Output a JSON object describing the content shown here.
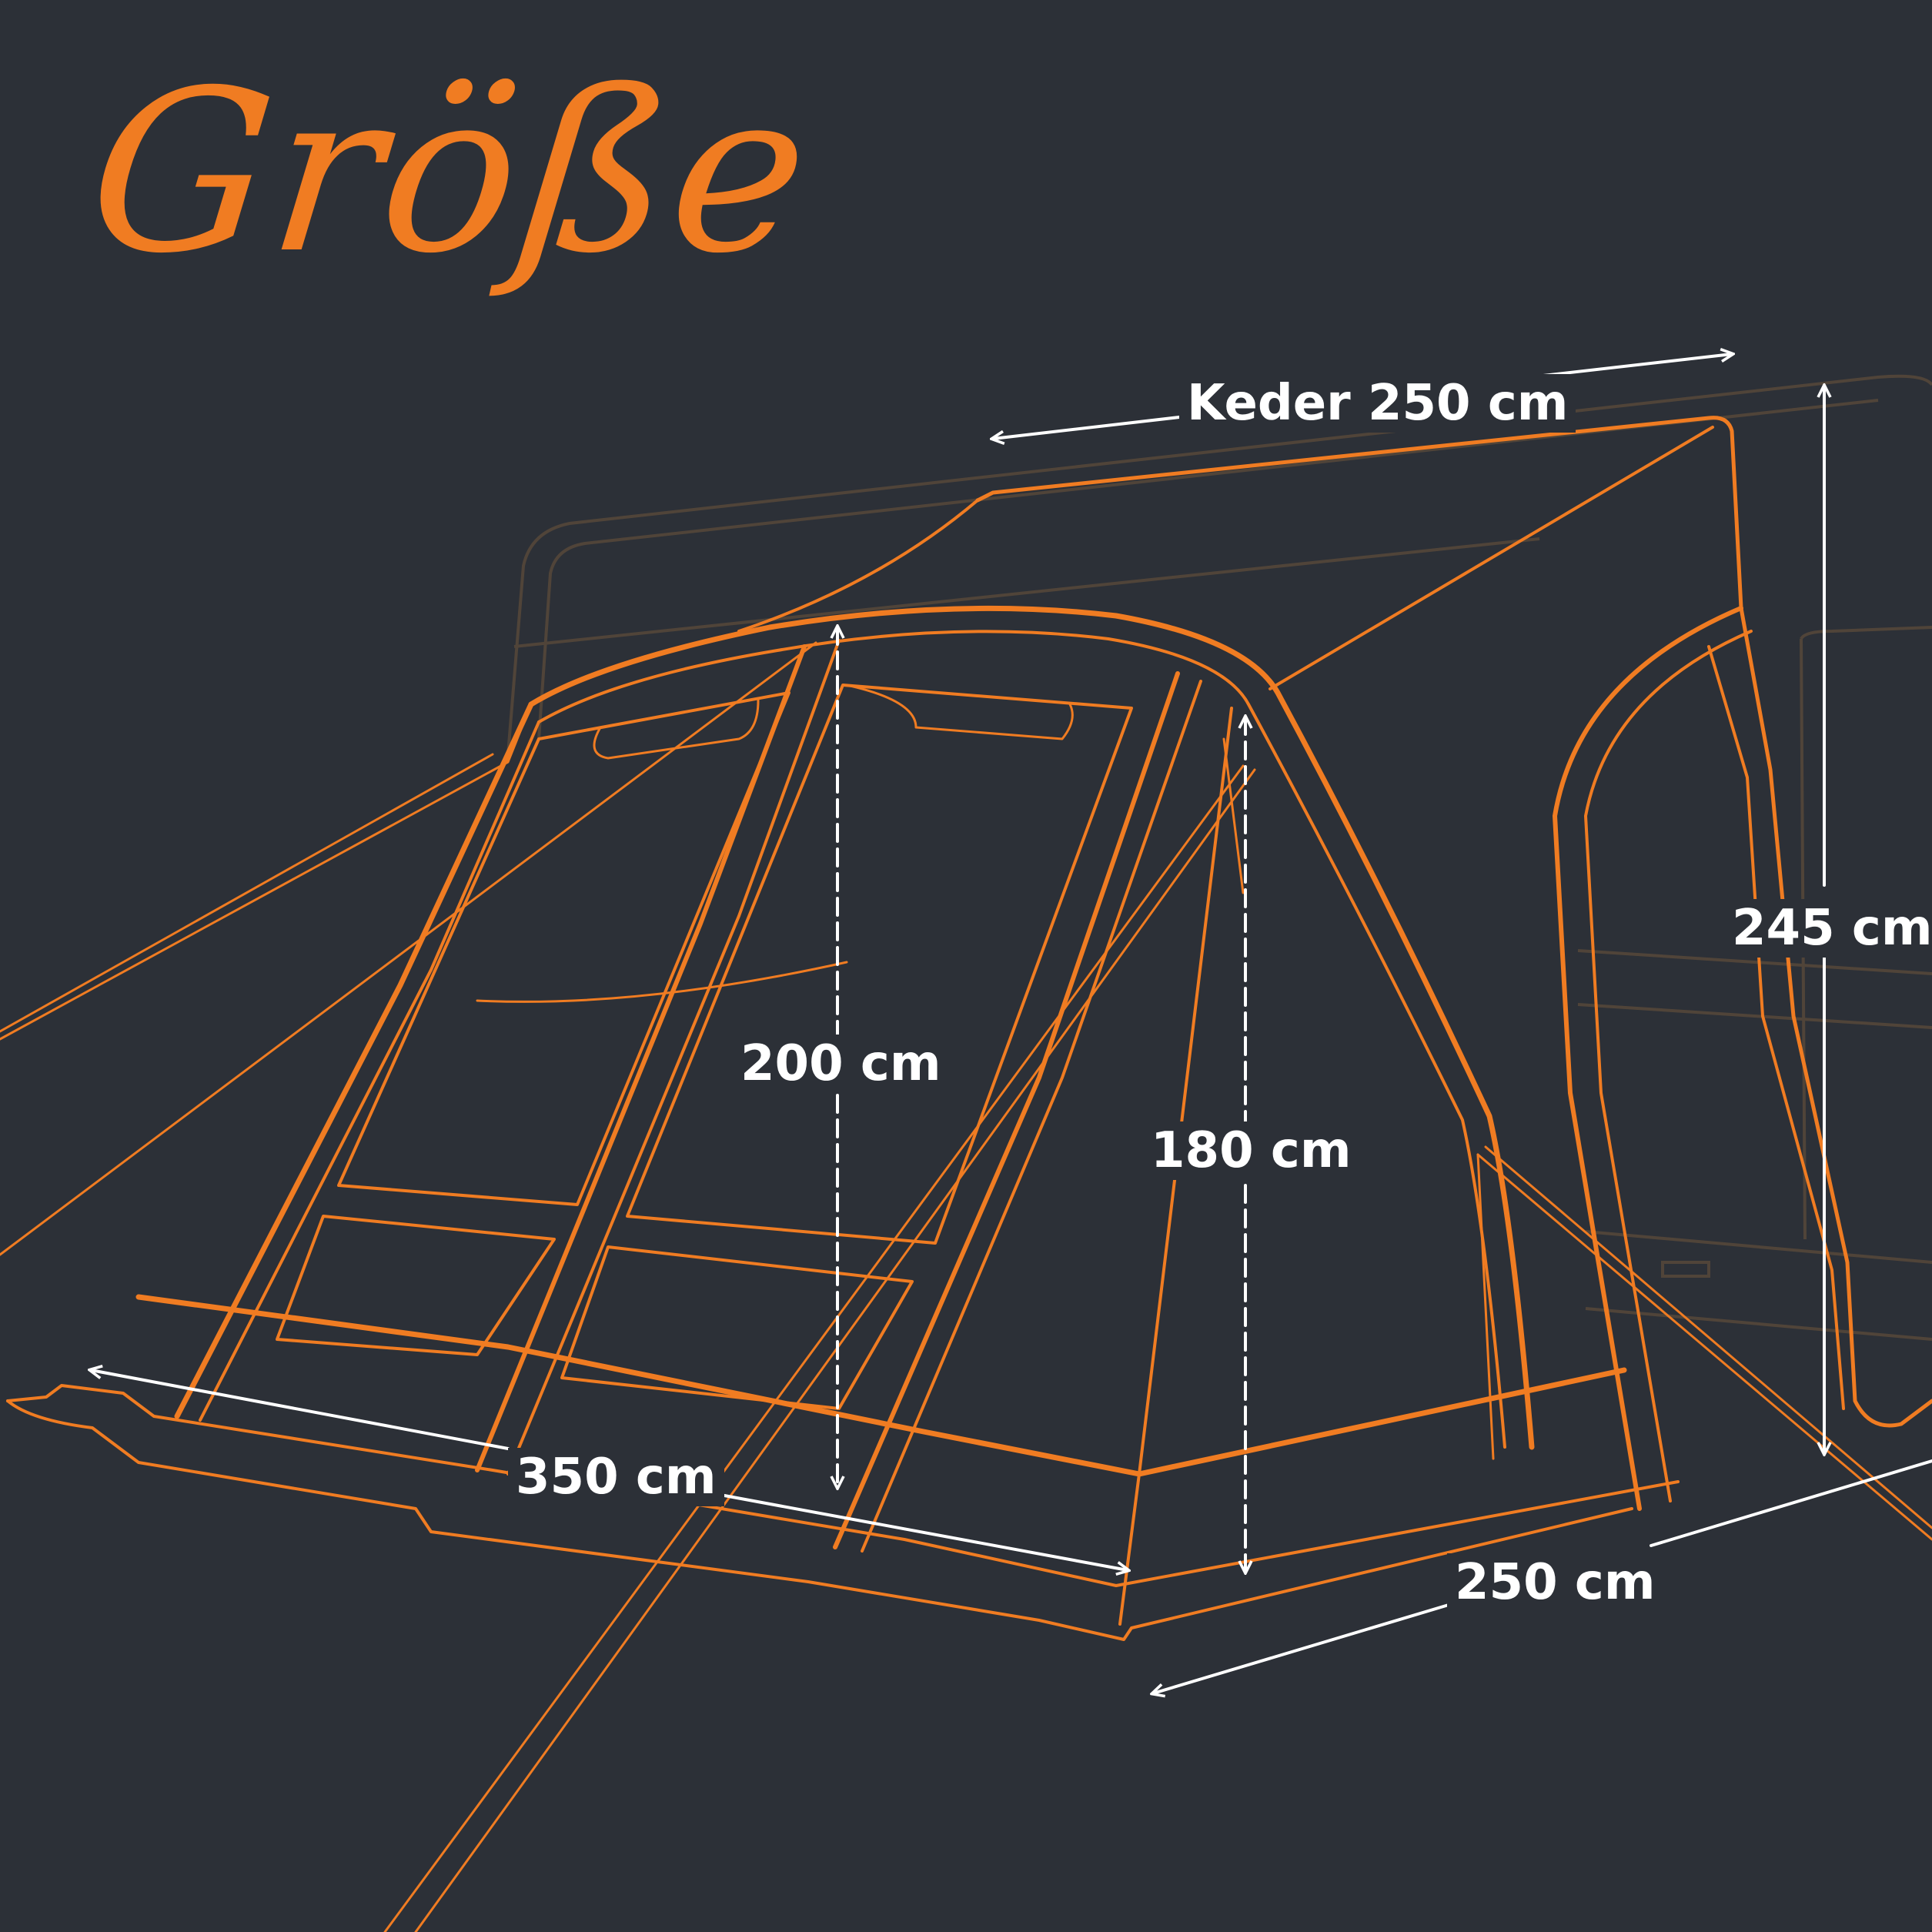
{
  "title": "Größe",
  "colors": {
    "background": "#2c3037",
    "outline": "#f07c22",
    "ghost": "#5a4a3a",
    "dimension": "#ffffff"
  },
  "dimensions": {
    "keder": "Keder 250 cm",
    "height_side": "245 cm",
    "height_front": "200 cm",
    "height_door": "180 cm",
    "width": "350 cm",
    "depth": "250 cm"
  }
}
